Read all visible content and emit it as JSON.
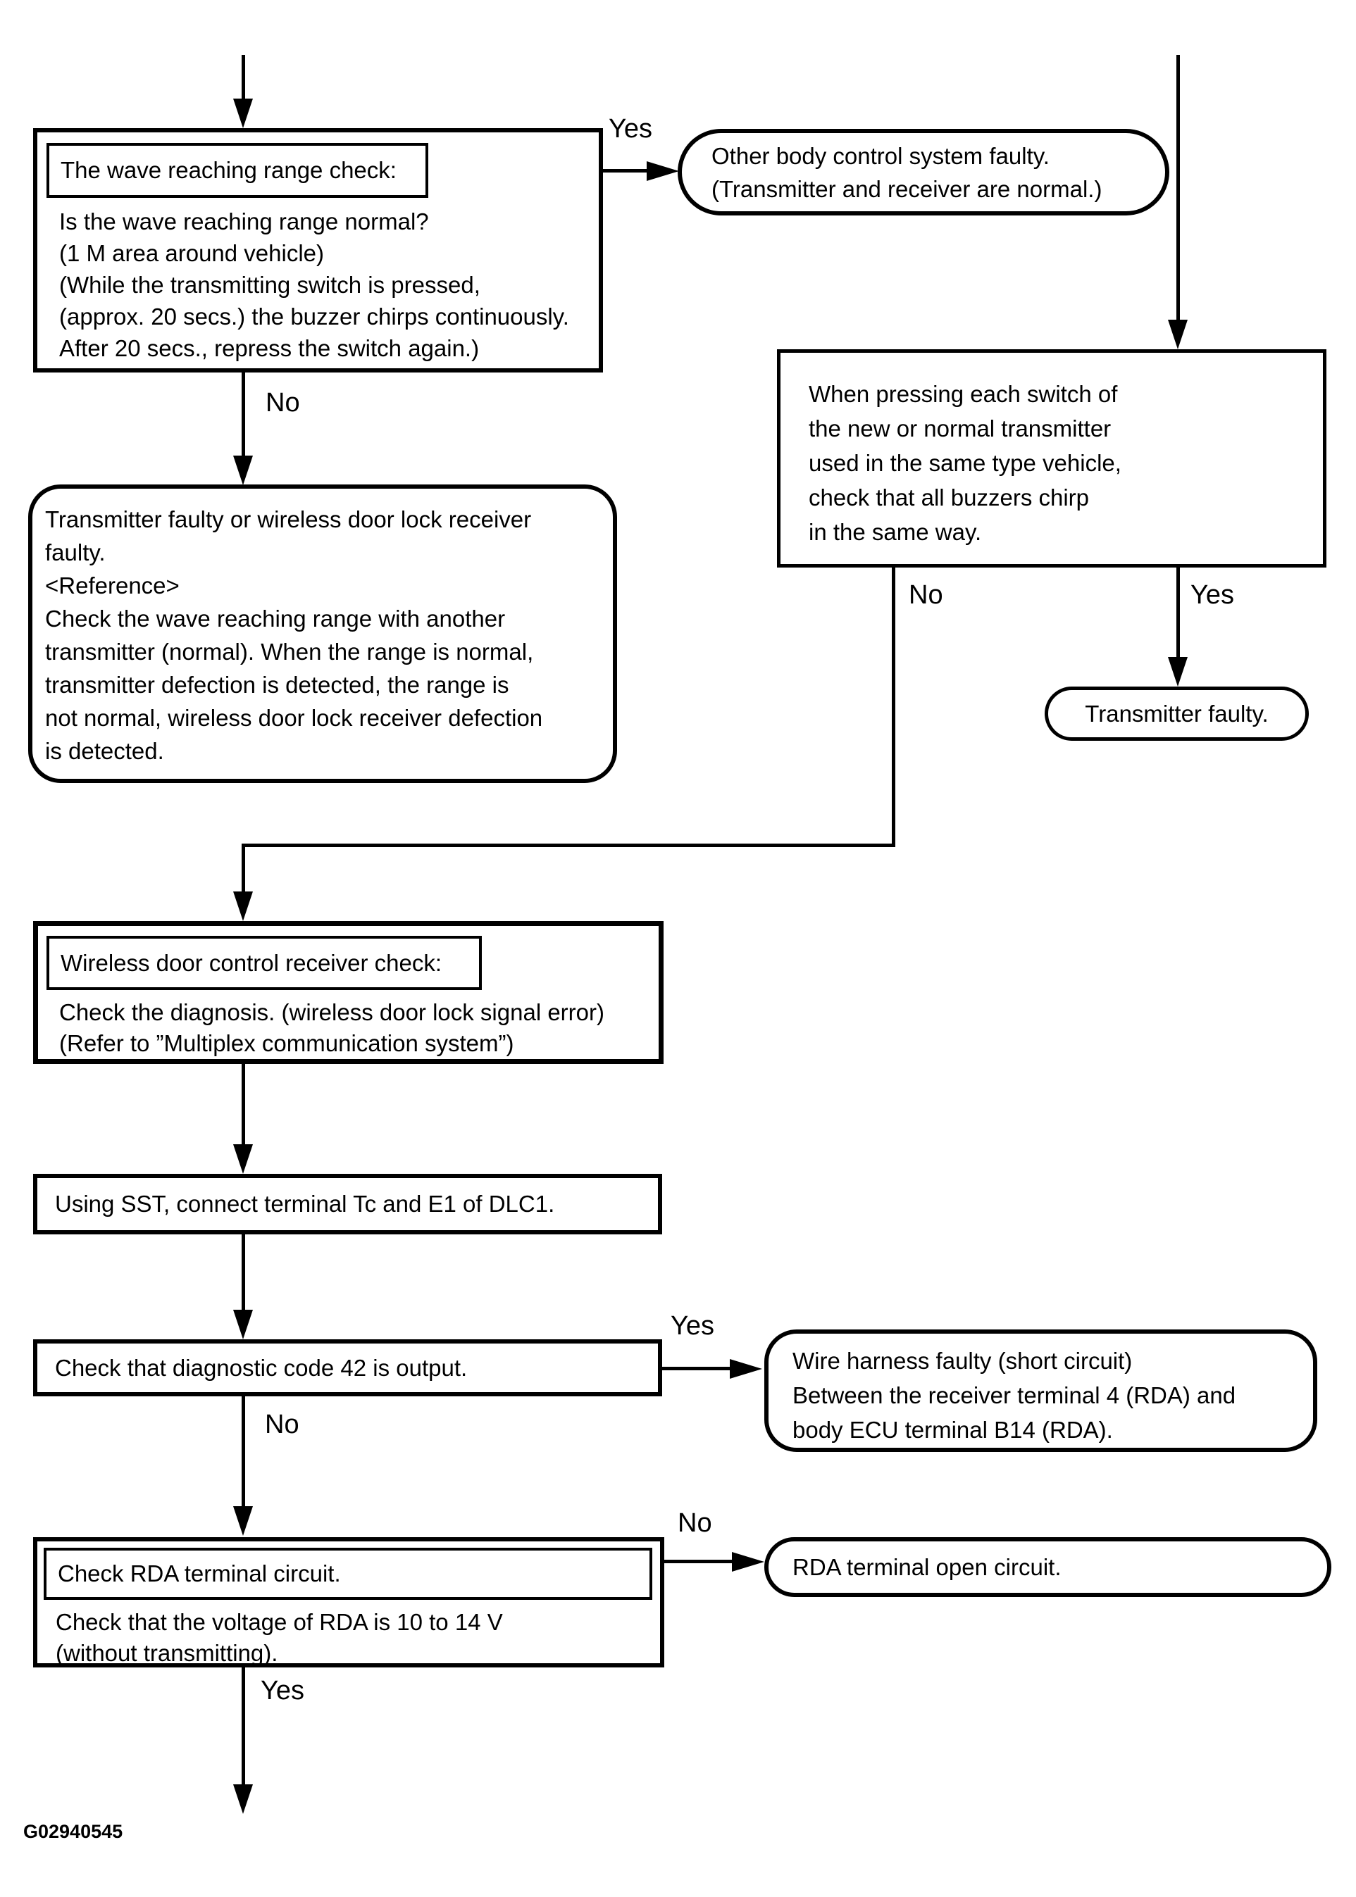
{
  "colors": {
    "ink": "#000000",
    "background": "#ffffff"
  },
  "figure_code": "G02940545",
  "nodes": {
    "wave_check": {
      "title": "The wave reaching range check:",
      "lines": [
        "Is the wave reaching range normal?",
        "(1 M area around vehicle)",
        "(While the transmitting switch is pressed,",
        "(approx. 20 secs.) the buzzer chirps continuously.",
        "After 20 secs., repress the switch again.)"
      ]
    },
    "other_body_faulty": {
      "lines": [
        "Other body control system faulty.",
        "(Transmitter and receiver are normal.)"
      ]
    },
    "transmitter_or_receiver_faulty": {
      "lines": [
        "Transmitter faulty or wireless door lock receiver",
        "faulty.",
        "<Reference>",
        "Check the wave reaching range with another",
        "transmitter (normal). When the range is normal,",
        "transmitter defection is detected, the range is",
        "not normal, wireless door lock receiver defection",
        "is detected."
      ]
    },
    "same_type_buzzer_check": {
      "lines": [
        "When pressing each switch of",
        "the new or normal transmitter",
        "used in the same type vehicle,",
        "check that all buzzers chirp",
        "in the same way."
      ]
    },
    "transmitter_faulty": {
      "lines": [
        "Transmitter faulty."
      ]
    },
    "receiver_check": {
      "title": "Wireless door control receiver check:",
      "lines": [
        "Check the diagnosis. (wireless door lock signal error)",
        "(Refer to ”Multiplex communication system”)"
      ]
    },
    "sst_connect": {
      "lines": [
        "Using SST, connect terminal Tc and E1 of DLC1."
      ]
    },
    "code42_check": {
      "lines": [
        "Check that diagnostic code 42 is output."
      ]
    },
    "wire_harness_faulty": {
      "lines": [
        "Wire harness faulty (short circuit)",
        "Between the receiver terminal 4 (RDA) and",
        "body ECU terminal B14 (RDA)."
      ]
    },
    "rda_terminal_check": {
      "title": "Check RDA terminal circuit.",
      "lines": [
        "Check that the voltage of RDA is 10 to 14 V",
        "(without transmitting)."
      ]
    },
    "rda_open_circuit": {
      "lines": [
        "RDA terminal open circuit."
      ]
    }
  },
  "labels": {
    "wave_yes": "Yes",
    "wave_no": "No",
    "buzzer_no": "No",
    "buzzer_yes": "Yes",
    "code42_yes": "Yes",
    "code42_no": "No",
    "rda_no": "No",
    "rda_yes": "Yes"
  }
}
